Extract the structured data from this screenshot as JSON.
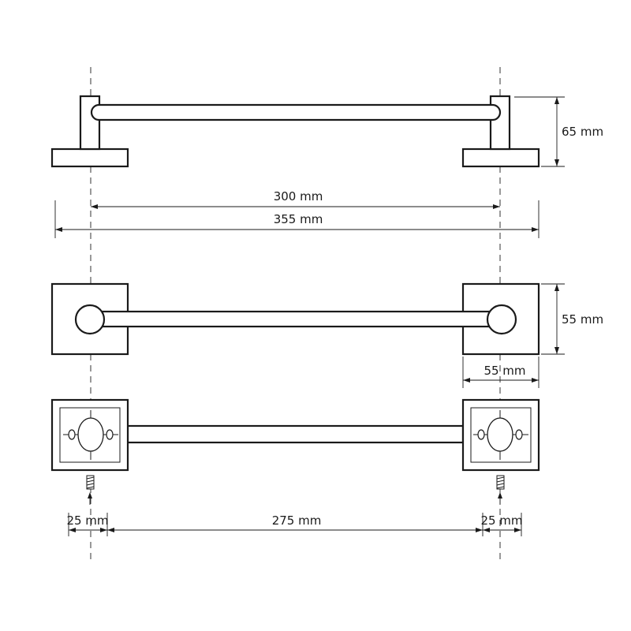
{
  "dimensions": {
    "height_side": "65 mm",
    "center_distance": "300 mm",
    "overall_length": "355 mm",
    "plate_height": "55 mm",
    "plate_width": "55 mm",
    "mount_offset_left": "25 mm",
    "mount_spacing": "275 mm",
    "mount_offset_right": "25 mm"
  },
  "colors": {
    "line": "#1a1a1a",
    "background": "#ffffff"
  }
}
